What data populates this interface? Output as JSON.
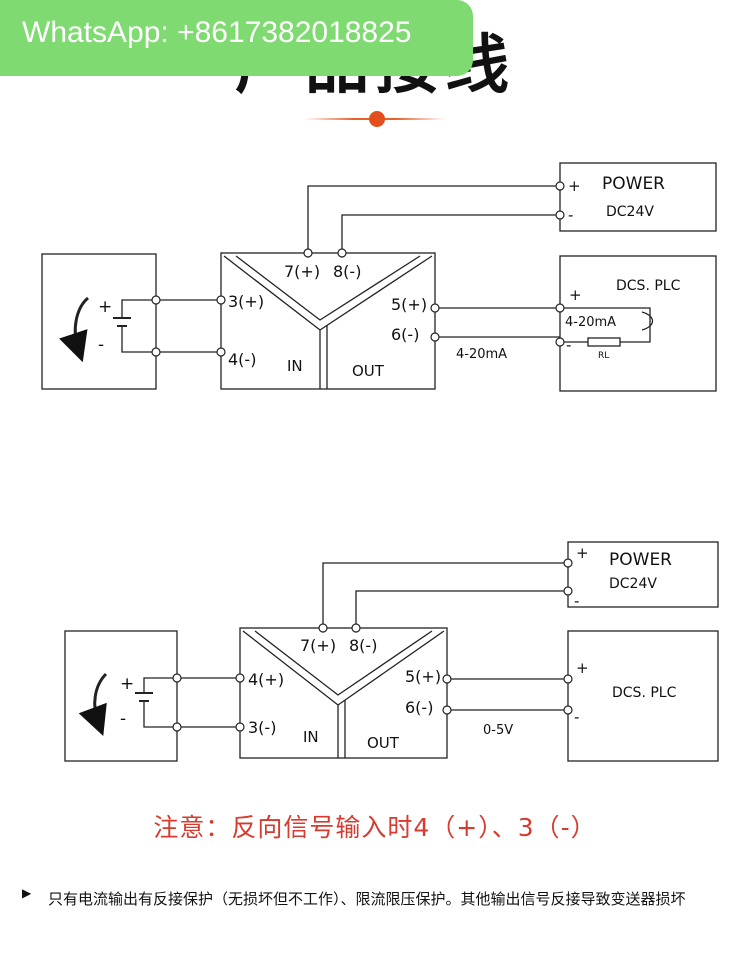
{
  "watermark": {
    "text": "WhatsApp: +8617382018825"
  },
  "title": {
    "text": "产品接线"
  },
  "diagram_top": {
    "terminal_power_plus": "7(+)",
    "terminal_power_minus": "8(-)",
    "terminal_in_plus": "3(+)",
    "terminal_in_minus": "4(-)",
    "terminal_out_plus": "5(+)",
    "terminal_out_minus": "6(-)",
    "in_label": "IN",
    "out_label": "OUT",
    "power_title": "POWER",
    "power_voltage": "DC24V",
    "plc_title": "DCS. PLC",
    "loop_label": "4-20mA",
    "resistor_label": "RL",
    "output_signal": "4-20mA",
    "plus": "+",
    "minus": "-"
  },
  "diagram_bottom": {
    "terminal_power_plus": "7(+)",
    "terminal_power_minus": "8(-)",
    "terminal_in_plus": "4(+)",
    "terminal_in_minus": "3(-)",
    "terminal_out_plus": "5(+)",
    "terminal_out_minus": "6(-)",
    "in_label": "IN",
    "out_label": "OUT",
    "power_title": "POWER",
    "power_voltage": "DC24V",
    "plc_title": "DCS. PLC",
    "output_signal": "0-5V",
    "plus": "+",
    "minus": "-"
  },
  "note": {
    "text": "注意：反向信号输入时4（+）、3（-）"
  },
  "footnote": {
    "bullet": "▶",
    "text": "只有电流输出有反接保护（无损坏但不工作）、限流限压保护。其他输出信号反接导致变送器损坏"
  },
  "colors": {
    "accent": "#e8602a",
    "note": "#d63b2f",
    "watermark_bg": "#7fdb71"
  }
}
